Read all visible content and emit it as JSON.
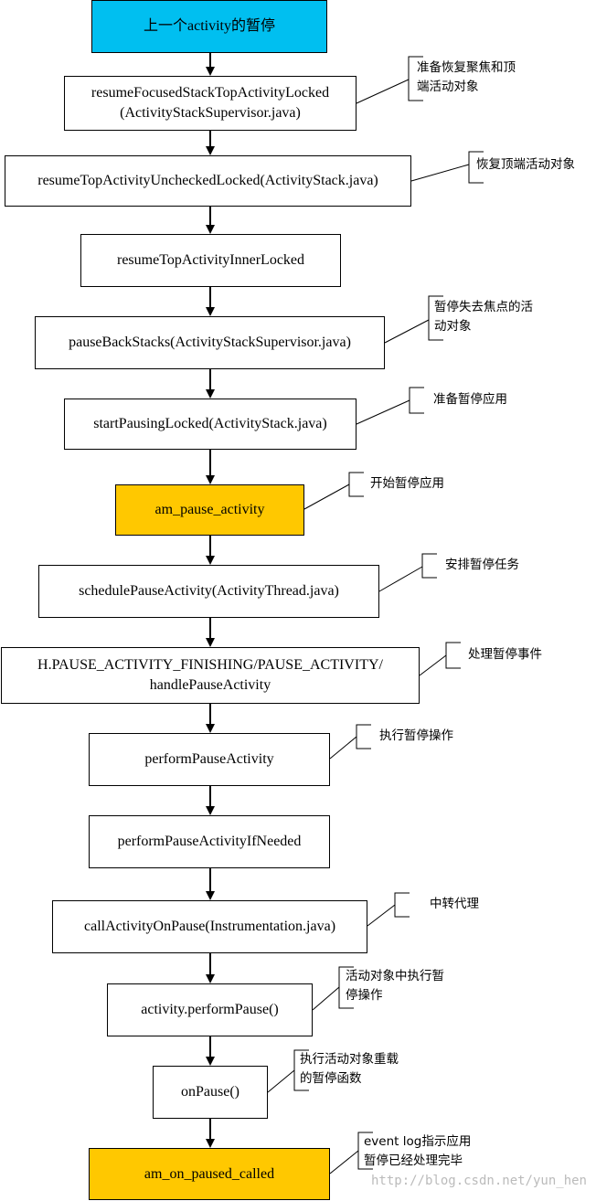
{
  "title": "上一个activity的暂停",
  "steps": [
    {
      "id": "s1",
      "text": "resumeFocusedStackTopActivityLocked\n(ActivityStackSupervisor.java)",
      "note": "准备恢复聚焦和顶\n端活动对象"
    },
    {
      "id": "s2",
      "text": "resumeTopActivityUncheckedLocked(ActivityStack.java)",
      "note": "恢复顶端活动对象"
    },
    {
      "id": "s3",
      "text": "resumeTopActivityInnerLocked",
      "note": ""
    },
    {
      "id": "s4",
      "text": "pauseBackStacks(ActivityStackSupervisor.java)",
      "note": "暂停失去焦点的活\n动对象"
    },
    {
      "id": "s5",
      "text": "startPausingLocked(ActivityStack.java)",
      "note": "准备暂停应用"
    },
    {
      "id": "s6",
      "text": "am_pause_activity",
      "note": "开始暂停应用"
    },
    {
      "id": "s7",
      "text": "schedulePauseActivity(ActivityThread.java)",
      "note": "安排暂停任务"
    },
    {
      "id": "s8",
      "text": "H.PAUSE_ACTIVITY_FINISHING/PAUSE_ACTIVITY/\nhandlePauseActivity",
      "note": "处理暂停事件"
    },
    {
      "id": "s9",
      "text": "performPauseActivity",
      "note": "执行暂停操作"
    },
    {
      "id": "s10",
      "text": "performPauseActivityIfNeeded",
      "note": ""
    },
    {
      "id": "s11",
      "text": "callActivityOnPause(Instrumentation.java)",
      "note": "中转代理"
    },
    {
      "id": "s12",
      "text": "activity.performPause()",
      "note": "活动对象中执行暂\n停操作"
    },
    {
      "id": "s13",
      "text": "onPause()",
      "note": "执行活动对象重载\n的暂停函数"
    },
    {
      "id": "s14",
      "text": "am_on_paused_called",
      "note": "event log指示应用\n暂停已经处理完毕"
    }
  ],
  "watermark": "http://blog.csdn.net/yun_hen",
  "colors": {
    "title_fill": "#00bff0",
    "highlight_fill": "#ffc800",
    "stroke": "#000000"
  }
}
